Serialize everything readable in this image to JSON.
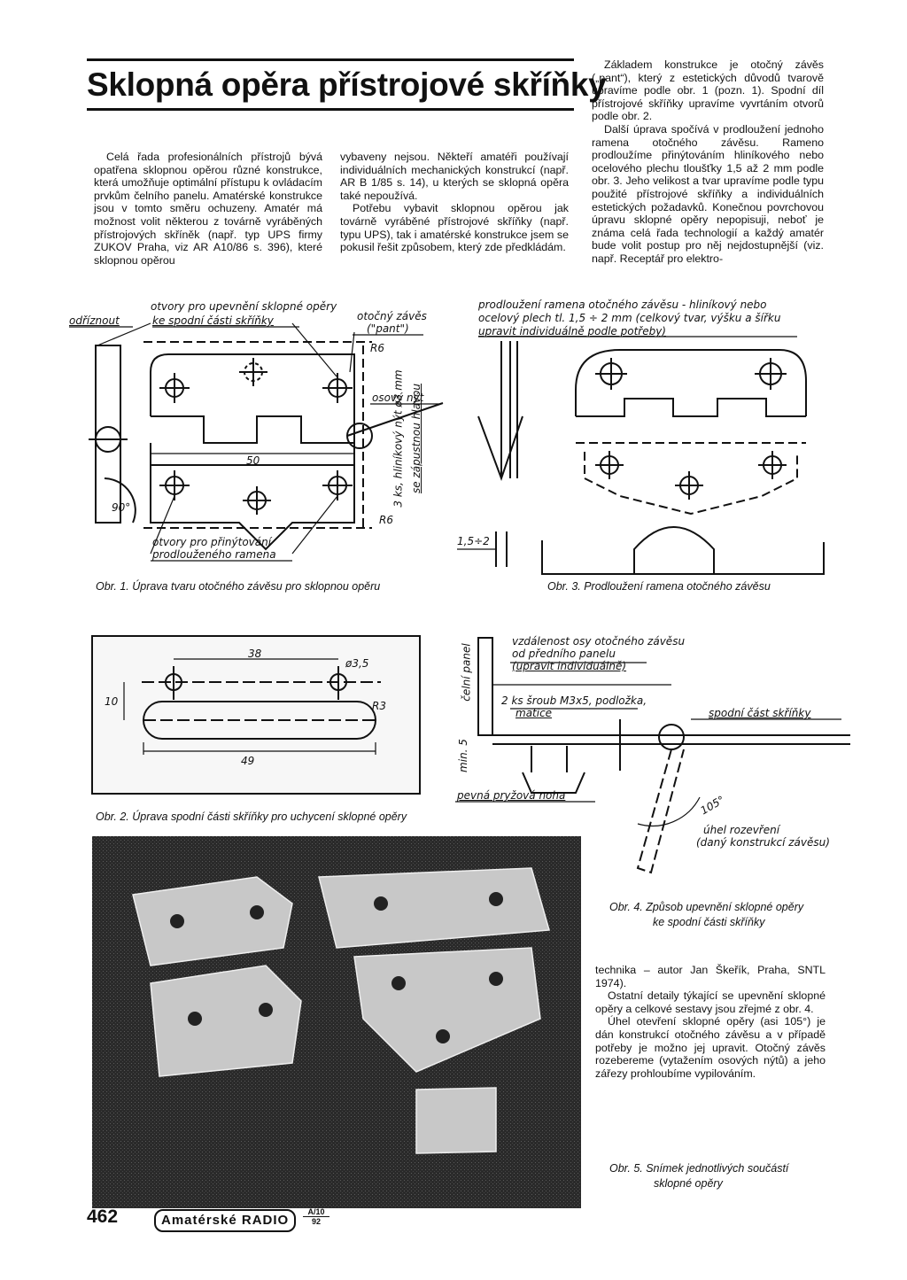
{
  "title": "Sklopná opěra přístrojové skříňky",
  "column1": "Celá řada profesionálních přístrojů bývá opatřena sklopnou opěrou různé konstrukce, která umožňuje optimální přístupu k ovládacím prvkům čelního panelu. Amatérské konstrukce jsou v tomto směru ochuzeny. Amatér má možnost volit některou z továrně vyráběných přístrojových skříněk (např. typ UPS firmy ZUKOV Praha, viz AR A10/86 s. 396), které sklopnou opěrou",
  "column2_p1": "vybaveny nejsou. Někteří amatéři používají individuálních mechanických konstrukcí (např. AR B 1/85 s. 14), u kterých se sklopná opěra také nepoužívá.",
  "column2_p2": "Potřebu vybavit sklopnou opěrou jak továrně vyráběné přístrojové skříňky (např. typu UPS), tak i amatérské konstrukce jsem se pokusil řešit způsobem, který zde předkládám.",
  "column3_p1": "Základem konstrukce je otočný závěs („pant“), který z estetických důvodů tvarově upravíme podle obr. 1 (pozn. 1). Spodní díl přístrojové skříňky upravíme vyvrtáním otvorů podle obr. 2.",
  "column3_p2": "Další úprava spočívá v prodloužení jednoho ramena otočného závěsu. Rameno prodloužíme přinýtováním hliníkového nebo ocelového plechu tloušťky 1,5 až 2 mm podle obr. 3. Jeho velikost a tvar upravíme podle typu použité přístrojové skříňky a individuálních estetických požadavků. Konečnou povrchovou úpravu sklopné opěry nepopisuji, neboť je známa celá řada technologií a každý amatér bude volit postup pro něj nejdostupnější (viz. např. Receptář pro elektro-",
  "column_bottom_p1": "technika – autor Jan Škeřík, Praha, SNTL 1974).",
  "column_bottom_p2": "Ostatní detaily týkající se upevnění sklopné opěry a celkové sestavy jsou zřejmé z obr. 4.",
  "column_bottom_p3": "Úhel otevření sklopné opěry (asi 105°) je dán konstrukcí otočného závěsu a v případě potřeby je možno jej upravit. Otočný závěs rozebereme (vytažením osových nýtů) a jeho zářezy prohloubíme vypilováním.",
  "fig1": {
    "caption": "Obr. 1. Úprava tvaru otočného závěsu pro sklopnou opěru",
    "label_holes_top_1": "otvory pro upevnění sklopné opěry",
    "label_holes_top_2": "ke spodní části skříňky",
    "label_cut": "odříznout",
    "label_hinge_1": "otočný závěs",
    "label_hinge_2": "(\"pant\")",
    "label_rivet": "osový nýt",
    "label_holes_bottom_1": "otvory pro přinýtování",
    "label_holes_bottom_2": "prodlouženého ramena",
    "dim_50": "50",
    "dim_r6a": "R6",
    "dim_r6b": "R6",
    "dim_90": "90°"
  },
  "fig3": {
    "caption": "Obr. 3. Prodloužení ramena otočného závěsu",
    "label_1": "prodloužení ramena otočného závěsu - hliníkový nebo",
    "label_2": "ocelový plech tl. 1,5 ÷ 2 mm (celkový tvar, výšku a šířku",
    "label_3": "upravit individuálně podle potřeby)",
    "label_rivets_1": "3 ks, hliníkový nýt ø3 mm",
    "label_rivets_2": "se zápustnou hlavou",
    "dim_thickness": "1,5÷2"
  },
  "fig2": {
    "caption": "Obr. 2. Úprava spodní části skříňky pro uchycení sklopné opěry",
    "dim_38": "38",
    "dim_49": "49",
    "dim_10": "10",
    "dim_d35": "ø3,5",
    "dim_r3": "R3"
  },
  "fig4": {
    "caption_1": "Obr. 4. Způsob upevnění sklopné opěry",
    "caption_2": "ke spodní části skříňky",
    "label_dist_1": "vzdálenost osy otočného závěsu",
    "label_dist_2": "od předního panelu",
    "label_dist_3": "(upravit individuálně)",
    "label_screw_1": "2 ks šroub M3x5, podložka,",
    "label_screw_2": "matice",
    "label_bottom": "spodní část skříňky",
    "label_front": "čelní panel",
    "label_min": "min. 5",
    "label_foot": "pevná pryžová noha",
    "label_angle": "105°",
    "label_angle_1": "úhel rozevření",
    "label_angle_2": "(daný konstrukcí závěsu)"
  },
  "fig5": {
    "caption_1": "Obr. 5. Snímek jednotlivých součástí",
    "caption_2": "sklopné opěry"
  },
  "footer": {
    "page_number": "462",
    "logo_text": "Amatérské RADIO",
    "issue_top": "A/10",
    "issue_bottom": "92"
  }
}
